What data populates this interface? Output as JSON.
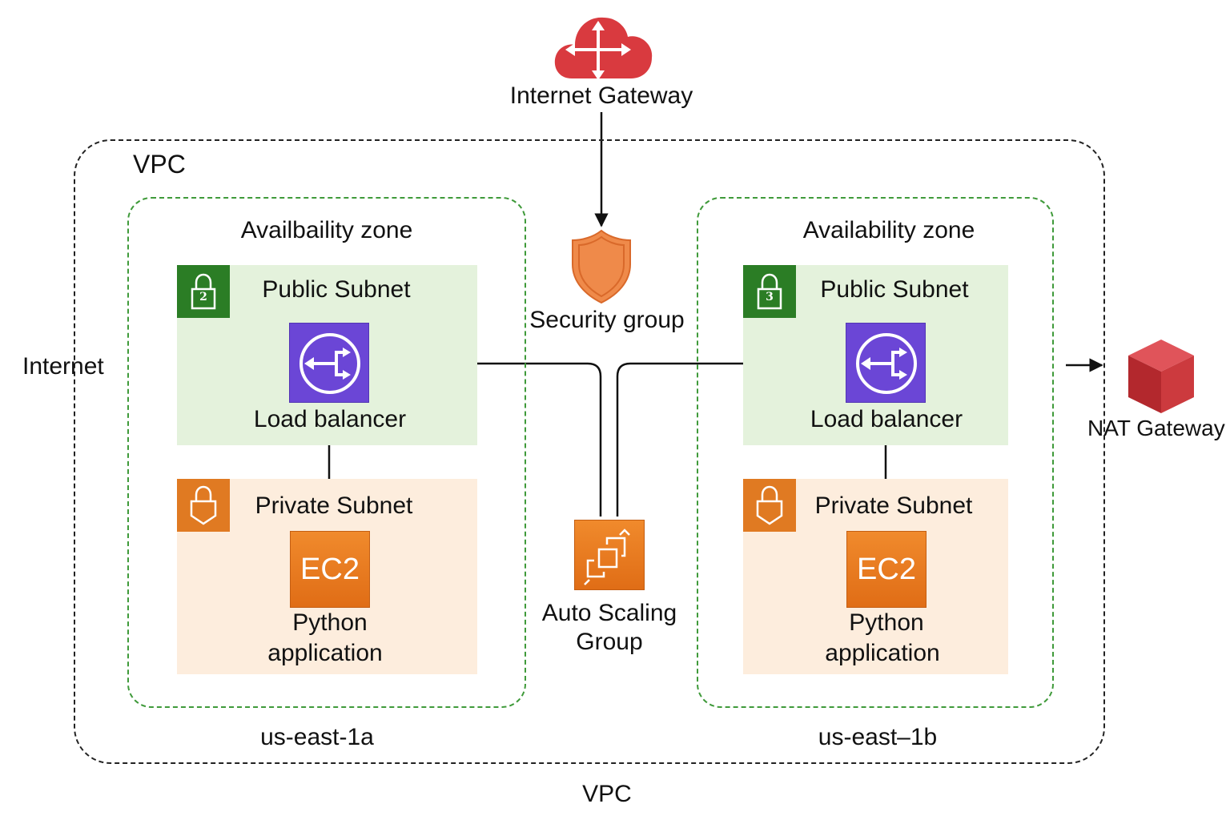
{
  "internet_gateway": {
    "label": "Internet Gateway",
    "color": "#d93a3f",
    "icon": "router-cloud-icon"
  },
  "vpc": {
    "label_top": "VPC",
    "label_bottom": "VPC"
  },
  "internet_label": "Internet",
  "security_group": {
    "label": "Security group",
    "color": "#ef8a4a",
    "icon": "shield-icon"
  },
  "auto_scaling": {
    "label_line1": "Auto Scaling",
    "label_line2": "Group",
    "icon": "auto-scaling-icon"
  },
  "nat_gateway": {
    "label": "NAT Gateway",
    "color": "#cc3a3e",
    "icon": "cube-icon"
  },
  "zones": [
    {
      "title": "Availbaility zone",
      "region": "us-east-1a",
      "public_subnet": {
        "label": "Public Subnet",
        "badge": "2"
      },
      "load_balancer": {
        "label": "Load balancer"
      },
      "private_subnet": {
        "label": "Private Subnet"
      },
      "ec2": {
        "label": "EC2",
        "app_line1": "Python",
        "app_line2": "application"
      }
    },
    {
      "title": "Availability zone",
      "region": "us-east–1b",
      "public_subnet": {
        "label": "Public Subnet",
        "badge": "3"
      },
      "load_balancer": {
        "label": "Load balancer"
      },
      "private_subnet": {
        "label": "Private Subnet"
      },
      "ec2": {
        "label": "EC2",
        "app_line1": "Python",
        "app_line2": "application"
      }
    }
  ],
  "colors": {
    "public_subnet_bg": "#e4f2dc",
    "private_subnet_bg": "#fdeddd",
    "az_border": "#3f9a3a",
    "load_balancer": "#6b46d6",
    "ec2": "#e97a20"
  }
}
